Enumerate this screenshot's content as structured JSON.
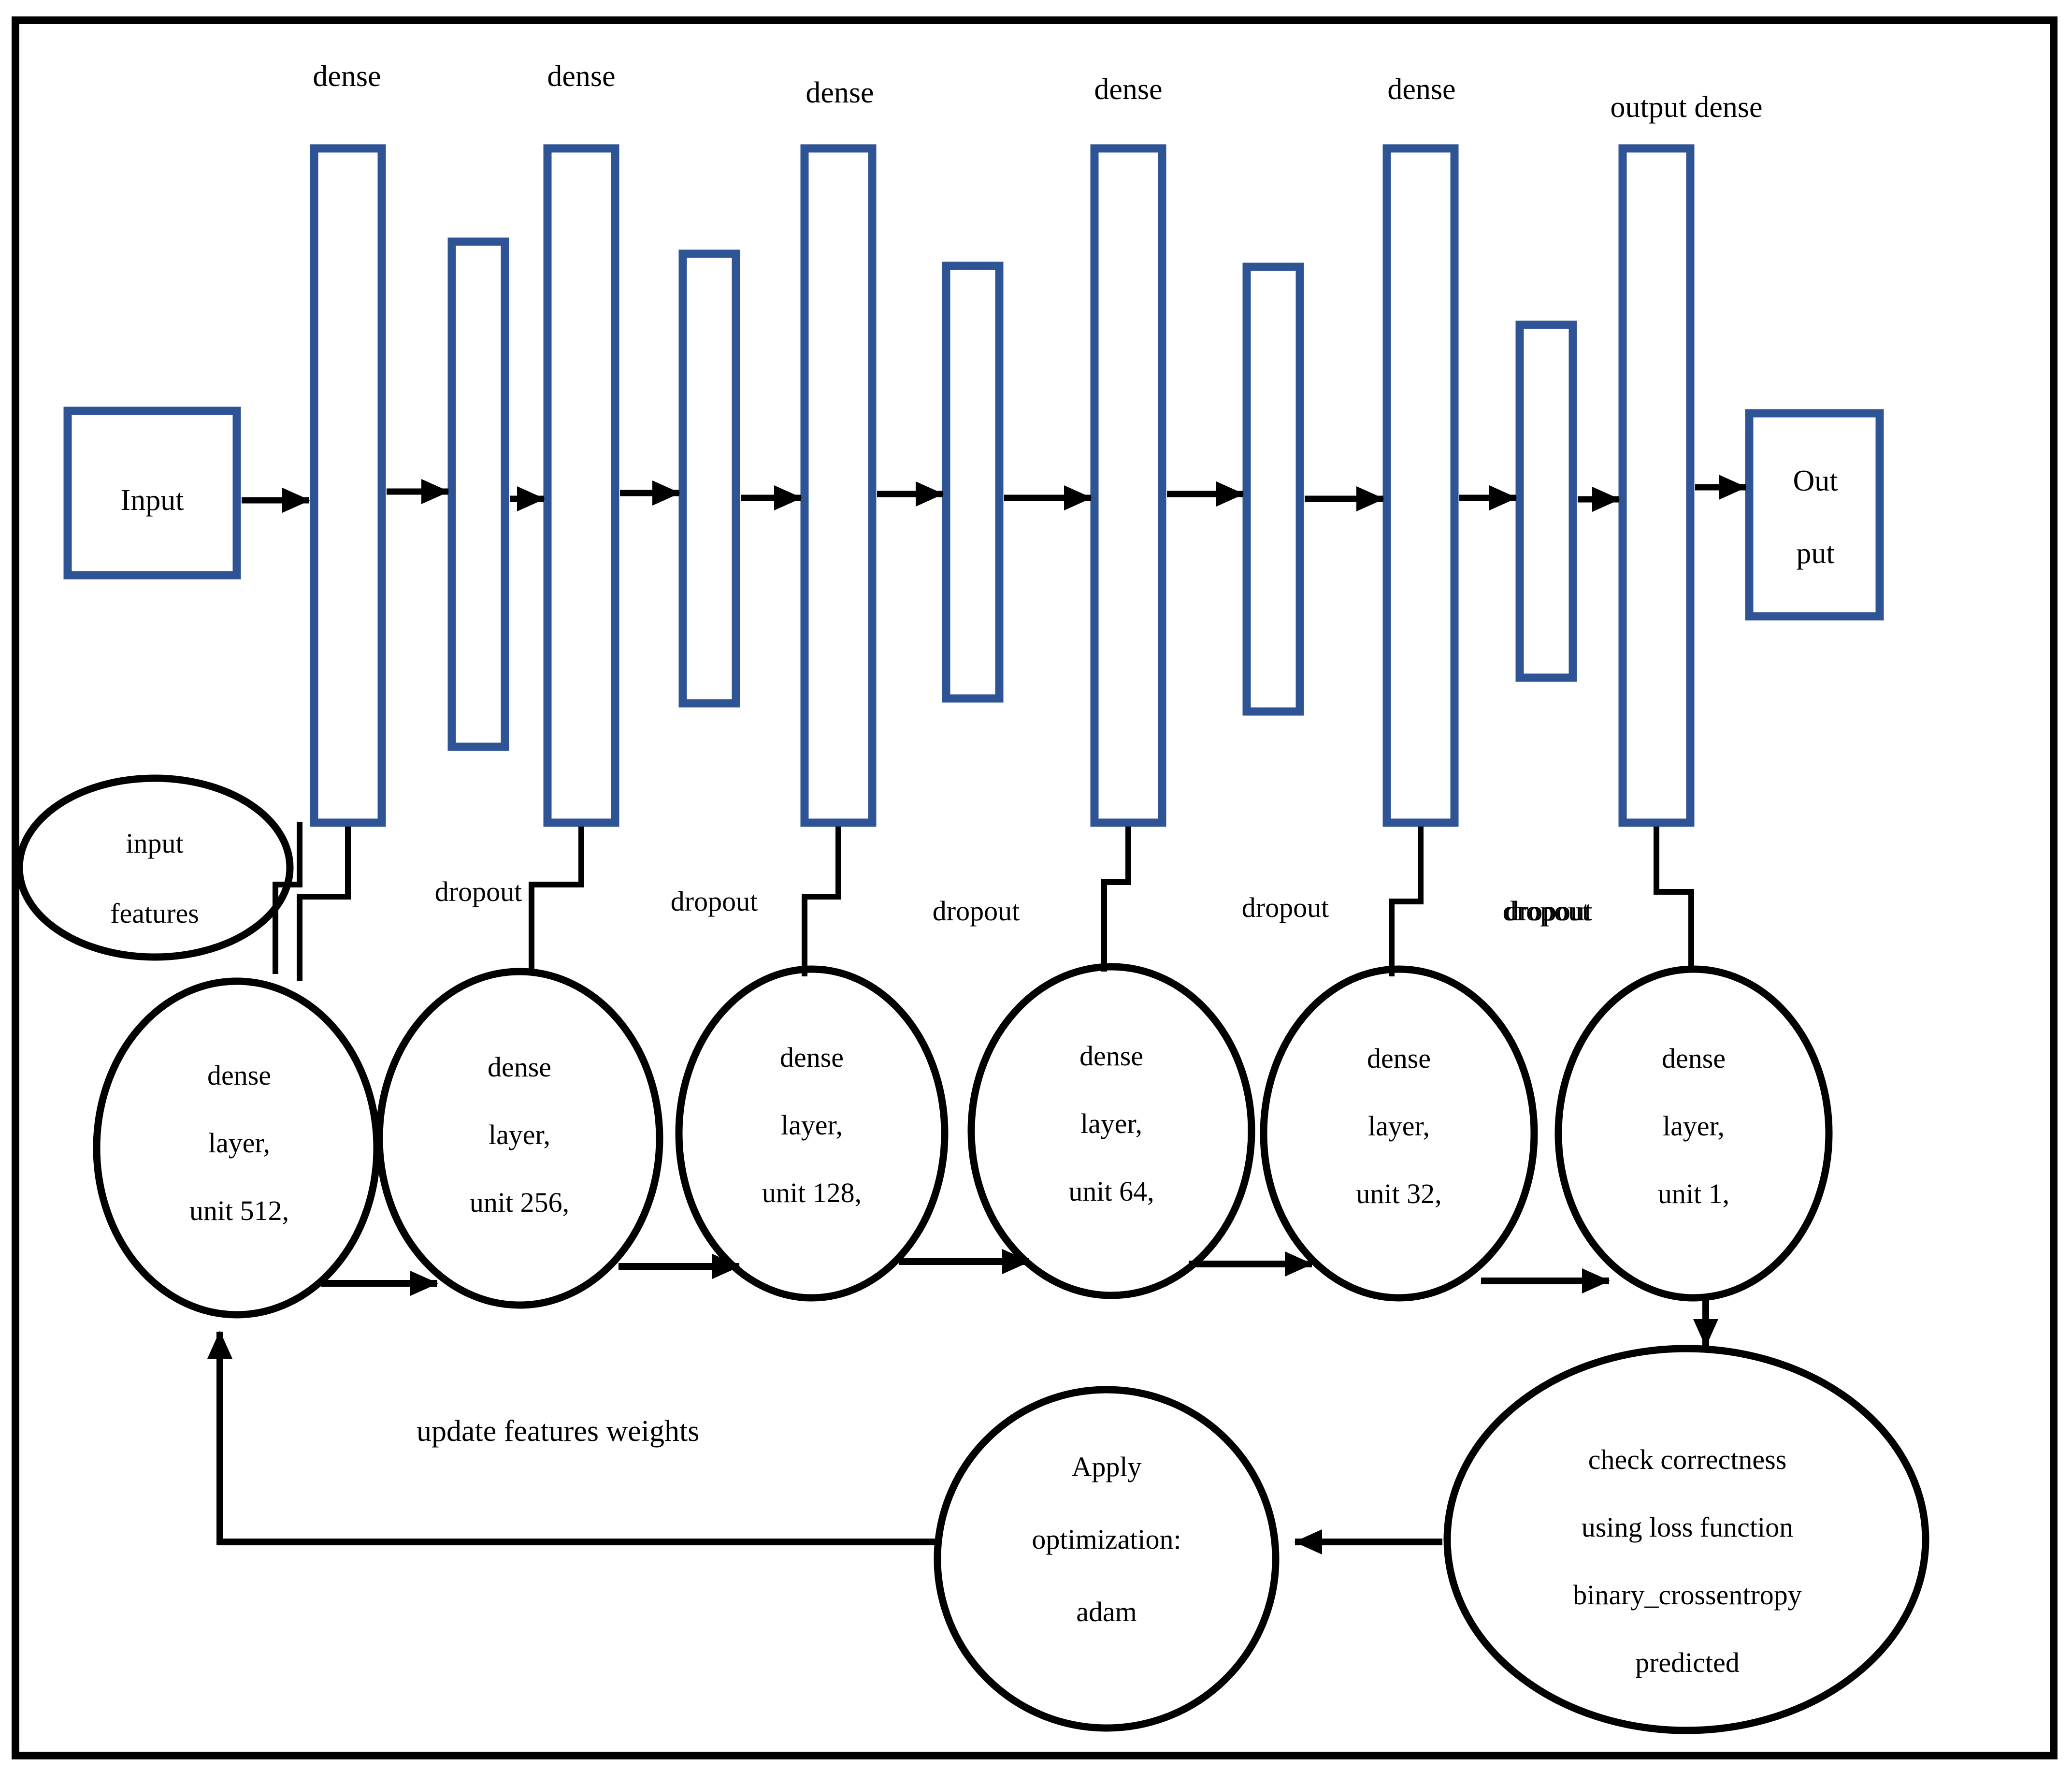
{
  "diagram": {
    "title_absent": true,
    "frame": {
      "border_color": "#000000"
    },
    "colors": {
      "block_stroke": "#2F5496",
      "ellipse_stroke": "#000000",
      "arrow": "#000000",
      "frame": "#000000",
      "background": "#FFFFFF"
    },
    "top_layer_labels": [
      {
        "id": "dense-1",
        "text": "dense"
      },
      {
        "id": "dense-2",
        "text": "dense"
      },
      {
        "id": "dense-3",
        "text": "dense"
      },
      {
        "id": "dense-4",
        "text": "dense"
      },
      {
        "id": "dense-5",
        "text": "dense"
      },
      {
        "id": "output-dense",
        "text": "output dense"
      }
    ],
    "input_block": {
      "label": "Input"
    },
    "output_block": {
      "line1": "Out",
      "line2": "put"
    },
    "dropout_labels": [
      {
        "id": "dropout-1",
        "text": "dropout"
      },
      {
        "id": "dropout-2",
        "text": "dropout"
      },
      {
        "id": "dropout-3",
        "text": "dropout"
      },
      {
        "id": "dropout-4",
        "text": "dropout"
      },
      {
        "id": "dropout-5",
        "text": "dropout"
      },
      {
        "id": "dropout-6",
        "text": "dropout"
      }
    ],
    "input_features_ellipse": {
      "line1": "input",
      "line2": "features"
    },
    "dense_layer_ellipses": [
      {
        "id": "dense-layer-512",
        "line1": "dense",
        "line2": "layer,",
        "line3": "unit 512,"
      },
      {
        "id": "dense-layer-256",
        "line1": "dense",
        "line2": "layer,",
        "line3": "unit 256,"
      },
      {
        "id": "dense-layer-128",
        "line1": "dense",
        "line2": "layer,",
        "line3": "unit 128,"
      },
      {
        "id": "dense-layer-64",
        "line1": "dense",
        "line2": "layer,",
        "line3": "unit 64,"
      },
      {
        "id": "dense-layer-32",
        "line1": "dense",
        "line2": "layer,",
        "line3": "unit 32,"
      },
      {
        "id": "dense-layer-1",
        "line1": "dense",
        "line2": "layer,",
        "line3": "unit 1,"
      }
    ],
    "feedback_label": {
      "text": "update features weights"
    },
    "optimizer_ellipse": {
      "line1": "Apply",
      "line2": "optimization:",
      "line3": "adam"
    },
    "loss_ellipse": {
      "line1": "check correctness",
      "line2": "using loss function",
      "line3": "binary_crossentropy",
      "line4": "predicted"
    }
  }
}
